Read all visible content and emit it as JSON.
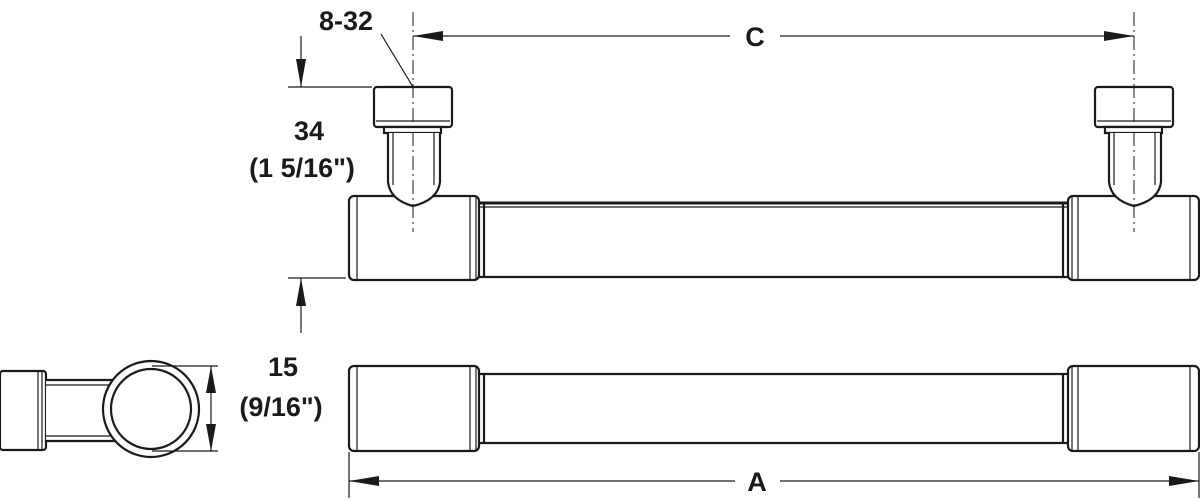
{
  "labels": {
    "thread": "8-32",
    "center_distance": "C",
    "height_mm": "34",
    "height_in": "(1 5/16\")",
    "diameter_mm": "15",
    "diameter_in": "(9/16\")",
    "overall_length": "A"
  }
}
